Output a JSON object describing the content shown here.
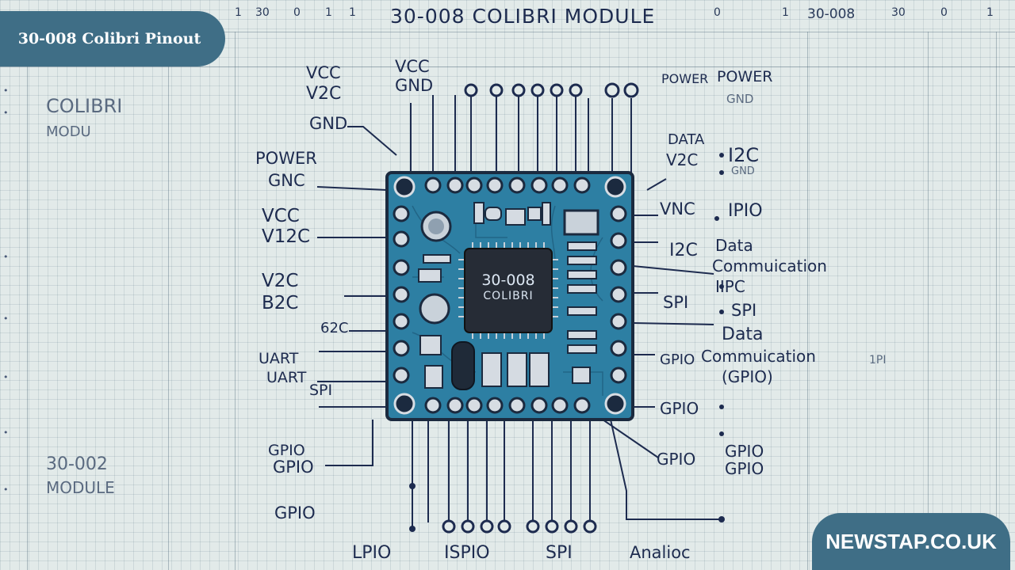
{
  "header": {
    "title": "30-008  COLIBRI MODULE",
    "ruler_left": [
      "1",
      "30",
      "0",
      "1",
      "1"
    ],
    "ruler_right": [
      "0",
      "1",
      "30-008",
      "30",
      "0",
      "1"
    ]
  },
  "badges": {
    "title": "30-008 Colibri Pinout",
    "site": "NEWSTAP.CO.UK"
  },
  "side_notes": {
    "top": [
      "COLIBRI",
      "MODU"
    ],
    "bottom": [
      "30-002",
      "MODULE"
    ]
  },
  "chip": {
    "name": "30-008",
    "sub": "COLIBRI"
  },
  "labels_left": [
    "VCC",
    "V2C",
    "GND",
    "POWER",
    "GNC",
    "VCC",
    "V12C",
    "V2C",
    "B2C",
    "62C",
    "UART",
    "UART",
    "SPI",
    "GPIO",
    "GPIO",
    "GPIO"
  ],
  "labels_top": [
    "VCC",
    "GND"
  ],
  "labels_right": [
    "POWER",
    "POWER",
    "GND",
    "DATA",
    "V2C",
    "I2C",
    "GND",
    "VNC",
    "IPIO",
    "I2C",
    "Data",
    "Commuication",
    "IIPC",
    "SPI",
    "SPI",
    "Data",
    "Commuication",
    "(GPIO)",
    "GPIO",
    "GPIO",
    "GPIO",
    "GPIO",
    "GPIO",
    "1PI"
  ],
  "labels_bottom": [
    "LPIO",
    "ISPIO",
    "SPI",
    "Analioc"
  ],
  "colors": {
    "board": "#2d7fa3",
    "board_border": "#1b2a3f",
    "chip": "#262c36",
    "ink": "#1d2b4f",
    "badge": "#3f6e86"
  }
}
